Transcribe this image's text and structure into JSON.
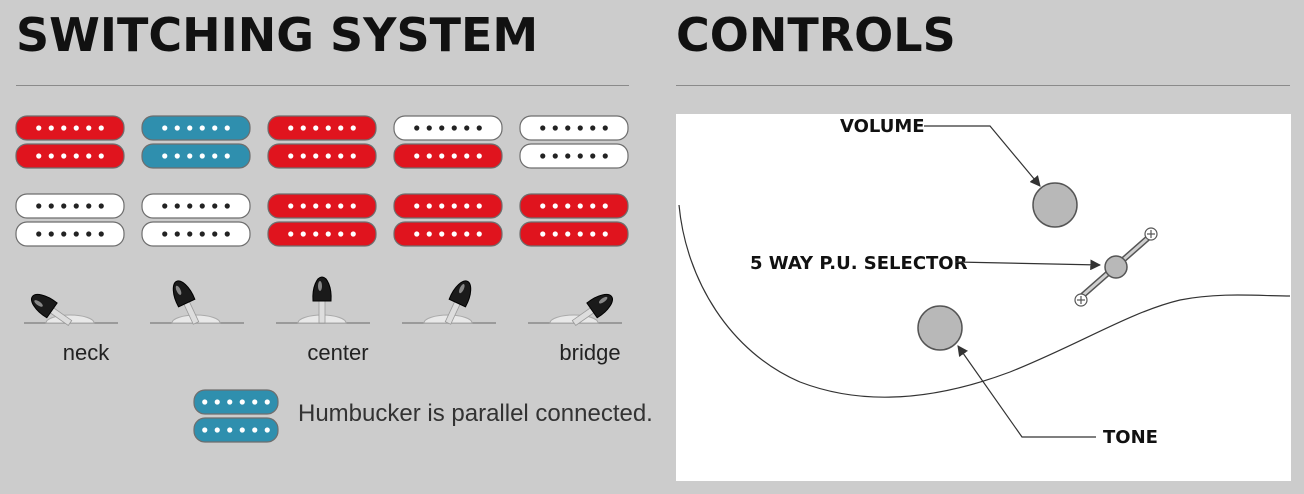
{
  "left_section": {
    "title": "SWITCHING SYSTEM",
    "positions": [
      {
        "label": "neck",
        "lever_angle": -55,
        "pickup_rows": [
          [
            "red",
            "red"
          ],
          [
            "white",
            "white"
          ]
        ]
      },
      {
        "label": "",
        "lever_angle": -25,
        "pickup_rows": [
          [
            "blue",
            "blue"
          ],
          [
            "white",
            "white"
          ]
        ]
      },
      {
        "label": "center",
        "lever_angle": 0,
        "pickup_rows": [
          [
            "red",
            "red"
          ],
          [
            "red",
            "red"
          ]
        ]
      },
      {
        "label": "",
        "lever_angle": 25,
        "pickup_rows": [
          [
            "white",
            "red"
          ],
          [
            "red",
            "red"
          ]
        ]
      },
      {
        "label": "bridge",
        "lever_angle": 55,
        "pickup_rows": [
          [
            "white",
            "white"
          ],
          [
            "red",
            "red"
          ]
        ]
      }
    ],
    "legend": {
      "color": "blue",
      "text": "Humbucker is parallel connected."
    }
  },
  "right_section": {
    "title": "CONTROLS",
    "labels": {
      "volume": "VOLUME",
      "selector": "5 WAY P.U. SELECTOR",
      "tone": "TONE"
    }
  },
  "colors": {
    "background": "#cccccc",
    "red": "#e0141e",
    "blue": "#2f8fae",
    "white": "#ffffff",
    "lever": "#1a1a1a",
    "knob": "#b8b8b8"
  }
}
